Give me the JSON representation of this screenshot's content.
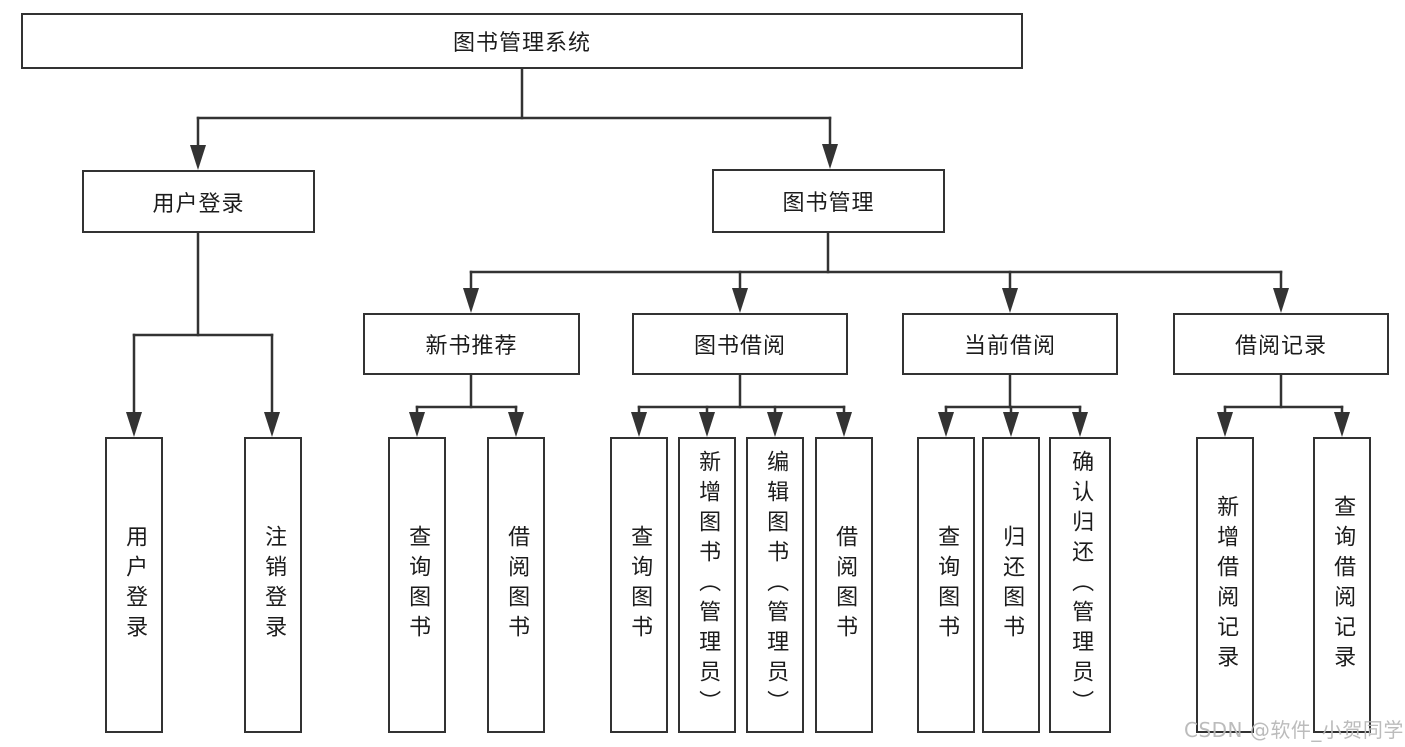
{
  "diagram": {
    "root": {
      "label": "图书管理系统"
    },
    "branches": [
      {
        "label": "用户登录",
        "children": [
          {
            "label": "用户登录"
          },
          {
            "label": "注销登录"
          }
        ]
      },
      {
        "label": "图书管理",
        "children": [
          {
            "label": "新书推荐",
            "children": [
              {
                "label": "查询图书"
              },
              {
                "label": "借阅图书"
              }
            ]
          },
          {
            "label": "图书借阅",
            "children": [
              {
                "label": "查询图书"
              },
              {
                "label": "新增图书（管理员）"
              },
              {
                "label": "编辑图书（管理员）"
              },
              {
                "label": "借阅图书"
              }
            ]
          },
          {
            "label": "当前借阅",
            "children": [
              {
                "label": "查询图书"
              },
              {
                "label": "归还图书"
              },
              {
                "label": "确认归还（管理员）"
              }
            ]
          },
          {
            "label": "借阅记录",
            "children": [
              {
                "label": "新增借阅记录"
              },
              {
                "label": "查询借阅记录"
              }
            ]
          }
        ]
      }
    ]
  },
  "watermark": {
    "text": "CSDN @软件_小贺同学"
  },
  "colors": {
    "line": "#333333",
    "box_border": "#323232",
    "text": "#1c1c1c",
    "background": "#ffffff",
    "watermark": "#b8b8b8"
  }
}
